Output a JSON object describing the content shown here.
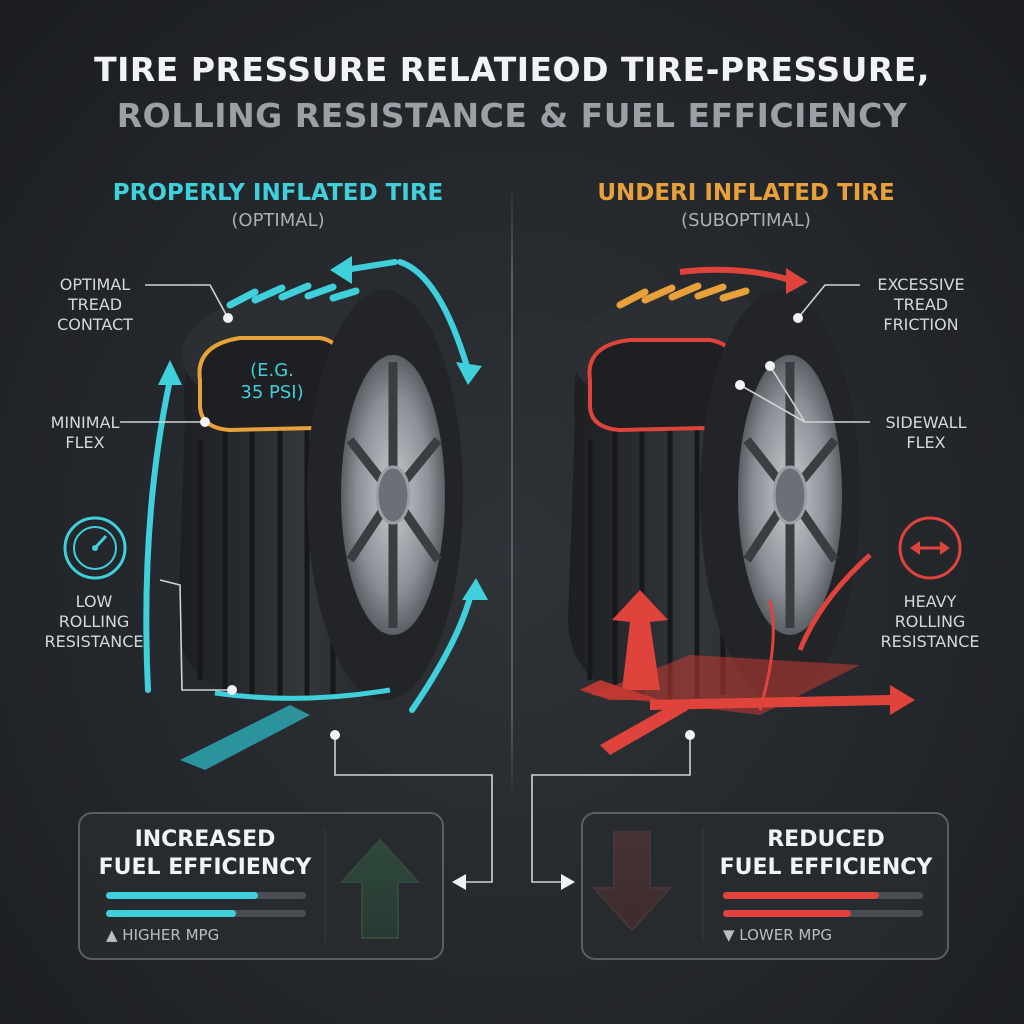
{
  "title": {
    "line1": "TIRE PRESSURE RELATIEOD TIRE-PRESSURE,",
    "line2": "ROLLING RESISTANCE  &  FUEL EFFICIENCY"
  },
  "left": {
    "heading": "PROPERLY INFLATED TIRE",
    "subheading": "(OPTIMAL)",
    "pressure_line1": "(E.G.",
    "pressure_line2": "35 PSI)",
    "labels": {
      "tread_line1": "OPTIMAL",
      "tread_line2": "TREAD",
      "tread_line3": "CONTACT",
      "flex_line1": "MINIMAL",
      "flex_line2": "FLEX",
      "rr_line1": "LOW",
      "rr_line2": "ROLLING",
      "rr_line3": "RESISTANCE"
    },
    "panel": {
      "title_line1": "INCREASED",
      "title_line2": "FUEL EFFICIENCY",
      "note": "▲ HIGHER MPG",
      "bar1_level": 0.76,
      "bar2_level": 0.65
    }
  },
  "right": {
    "heading": "UNDERI INFLATED TIRE",
    "subheading": "(SUBOPTIMAL)",
    "labels": {
      "friction_line1": "EXCESSIVE",
      "friction_line2": "TREAD",
      "friction_line3": "FRICTION",
      "flex_line1": "SIDEWALL",
      "flex_line2": "FLEX",
      "rr_line1": "HEAVY",
      "rr_line2": "ROLLING",
      "rr_line3": "RESISTANCE"
    },
    "panel": {
      "title_line1": "REDUCED",
      "title_line2": "FUEL EFFICIENCY",
      "note": "▼ LOWER MPG",
      "bar1_level": 0.78,
      "bar2_level": 0.64
    }
  },
  "colors": {
    "optimal_accent": "#3fd0dc",
    "suboptimal_accent": "#e8a13a",
    "bad_red": "#e0433b",
    "good_green": "#3fd46a"
  }
}
